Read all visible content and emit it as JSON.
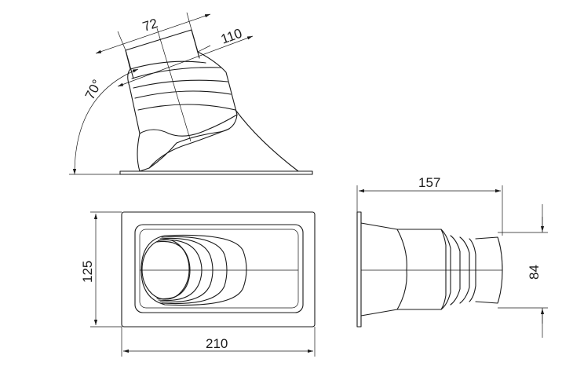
{
  "drawing": {
    "views": {
      "side": {
        "top_width_label": "72",
        "outlet_label": "110",
        "angle_label": "70°"
      },
      "top": {
        "height_label": "125",
        "width_label": "210"
      },
      "front": {
        "length_label": "157",
        "diameter_label": "84"
      }
    },
    "colors": {
      "line": "#1a1a1a",
      "background": "#ffffff"
    }
  }
}
